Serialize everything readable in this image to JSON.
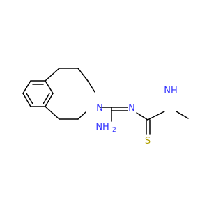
{
  "molecule": {
    "atoms": [
      {
        "id": "N2",
        "symbol": "N",
        "label": "N"
      },
      {
        "id": "N_imine",
        "symbol": "N",
        "label": "N"
      },
      {
        "id": "NH2",
        "symbol": "N",
        "label": "NH2",
        "text": "NH",
        "sub": "2"
      },
      {
        "id": "NH_methyl",
        "symbol": "N",
        "label": "NH",
        "text": "NH"
      },
      {
        "id": "S",
        "symbol": "S",
        "label": "S",
        "text": "S"
      }
    ]
  },
  "colors": {
    "bond": "#000000",
    "nitrogen": "#3333ff",
    "sulfur": "#b2a100",
    "background": "#ffffff"
  }
}
